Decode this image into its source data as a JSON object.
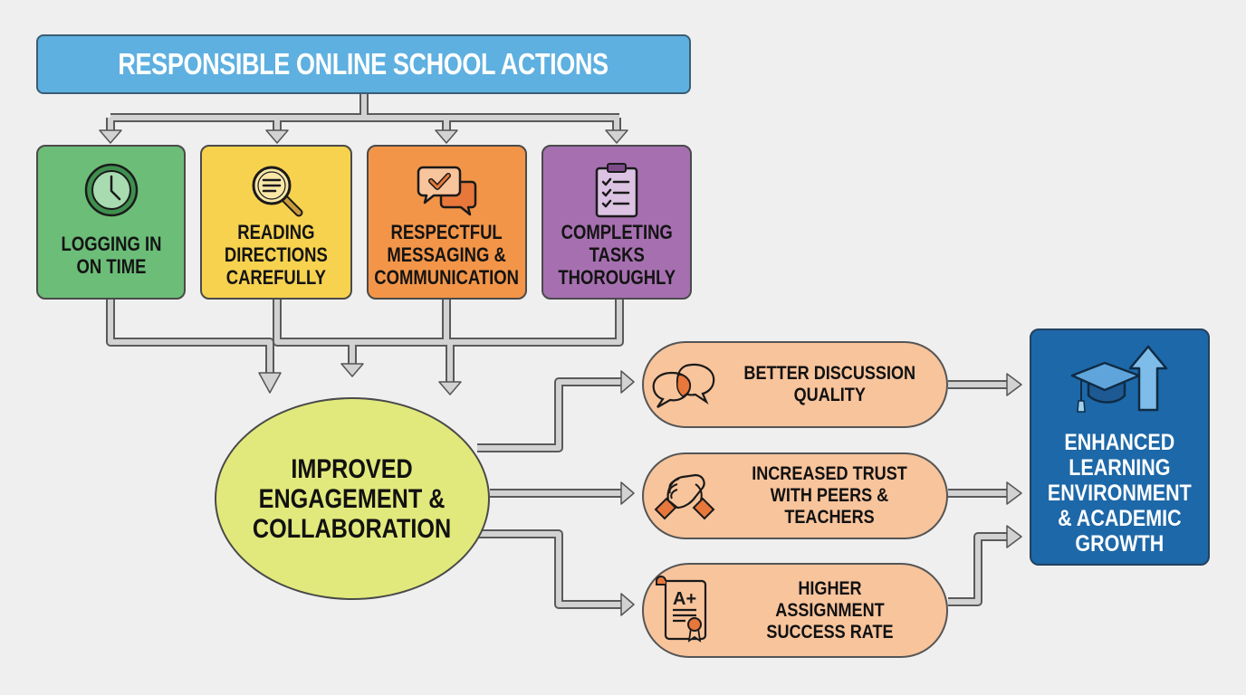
{
  "title": "RESPONSIBLE ONLINE SCHOOL ACTIONS",
  "actions": [
    {
      "label": "LOGGING IN\nON TIME",
      "icon": "clock-icon",
      "color": "#6cbd78"
    },
    {
      "label": "READING\nDIRECTIONS\nCAREFULLY",
      "icon": "magnifier-document-icon",
      "color": "#f7d24e"
    },
    {
      "label": "RESPECTFUL\nMESSAGING &\nCOMMUNICATION",
      "icon": "chat-check-icon",
      "color": "#f39548"
    },
    {
      "label": "COMPLETING\nTASKS\nTHOROUGHLY",
      "icon": "clipboard-checklist-icon",
      "color": "#a670b0"
    }
  ],
  "hub": {
    "label": "IMPROVED\nENGAGEMENT &\nCOLLABORATION",
    "color": "#e2e97c"
  },
  "outcomes": [
    {
      "label": "BETTER DISCUSSION\nQUALITY",
      "icon": "chat-bubbles-icon"
    },
    {
      "label": "INCREASED TRUST\nWITH PEERS & TEACHERS",
      "icon": "handshake-icon"
    },
    {
      "label": "HIGHER\nASSIGNMENT\nSUCCESS RATE",
      "icon": "graded-certificate-icon",
      "grade": "A+"
    }
  ],
  "final": {
    "label": "ENHANCED\nLEARNING\nENVIRONMENT\n& ACADEMIC\nGROWTH",
    "icon": "graduation-cap-arrow-up-icon",
    "color": "#1d68a8"
  },
  "colors": {
    "title": "#5eb0e0",
    "outcome": "#f8c49c",
    "connector": "#cfcfcf",
    "background": "#efefef"
  }
}
